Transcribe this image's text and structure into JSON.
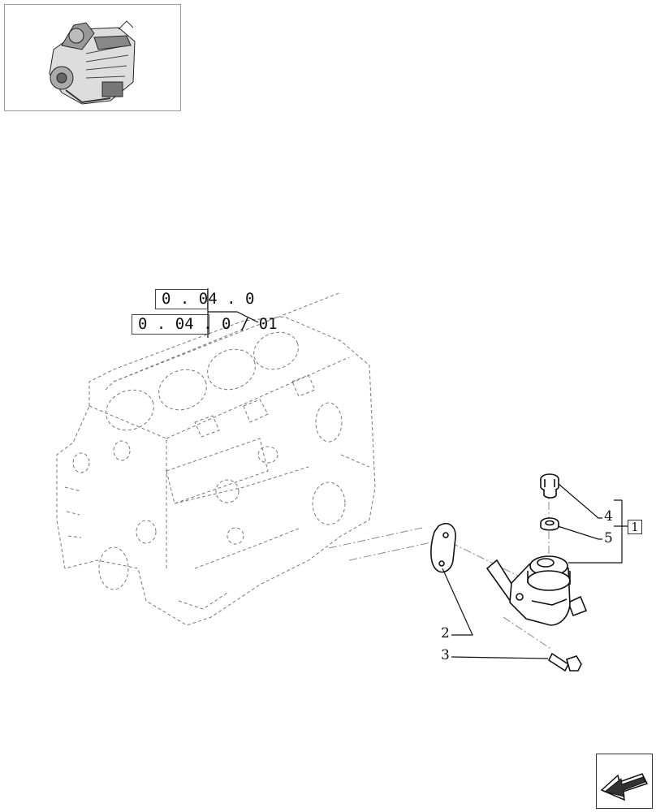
{
  "references": {
    "ref1": "0 . 04 . 0",
    "ref2": "0 . 04 . 0 / 01"
  },
  "callouts": {
    "c1": "1",
    "c2": "2",
    "c3": "3",
    "c4": "4",
    "c5": "5"
  },
  "icons": {
    "thumbnail": "engine-thumbnail-icon",
    "nav": "arrow-left-icon"
  },
  "colors": {
    "line": "#111111",
    "dashed": "#777777"
  }
}
